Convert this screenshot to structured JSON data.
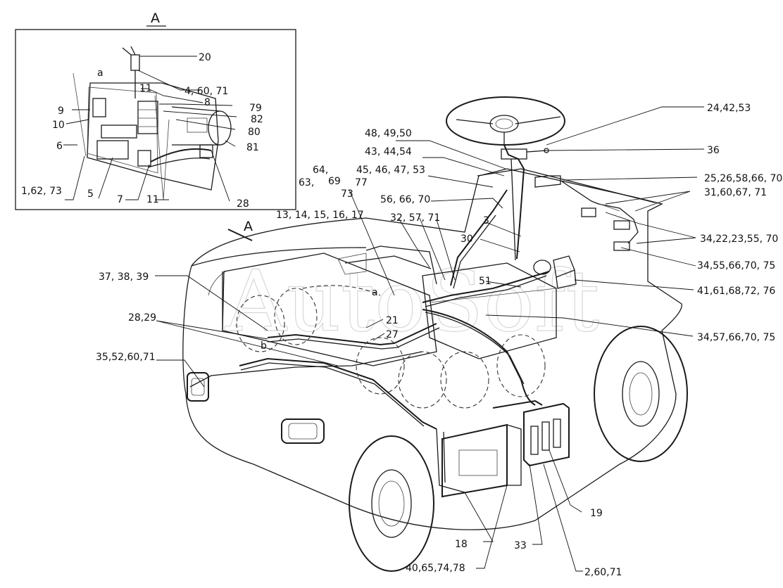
{
  "view_label": "A",
  "section_label": "A",
  "watermark": "AutoSoft",
  "callouts": {
    "c20": "20",
    "c4_60_71": "4, 60, 71",
    "c11a": "11",
    "c8": "8",
    "c79": "79",
    "c82": "82",
    "c80": "80",
    "c81": "81",
    "c9": "9",
    "c10": "10",
    "c6": "6",
    "c1_62_73": "1,62, 73",
    "c5": "5",
    "c7": "7",
    "c11b": "11",
    "c28": "28",
    "ca_inset": "a",
    "c24_42_53": "24,42,53",
    "c36": "36",
    "c48_49_50": "48, 49,50",
    "c43_44_54": "43, 44,54",
    "c45_46_47_53": "45, 46, 47, 53",
    "c64": "64,",
    "c69": "69",
    "c63": "63,",
    "c73": "73",
    "c77": "77",
    "c25_26": "25,26,58,66, 70",
    "c31_60": "31,60,67, 71",
    "c56_66_70": "56, 66, 70",
    "c13_17": "13, 14, 15, 16, 17",
    "c32_57_71": "32, 57, 71",
    "c3": "3",
    "c30": "30",
    "c34_22": "34,22,23,55, 70",
    "c34_55": "34,55,66,70, 75",
    "c37_39": "37, 38, 39",
    "c51": "51",
    "c41_61": "41,61,68,72, 76",
    "ca_main": "a",
    "c28_29": "28,29",
    "c21": "21",
    "c27": "27",
    "cb": "b",
    "c34_57": "34,57,66,70, 75",
    "c35_52": "35,52,60,71",
    "c19": "19",
    "c18": "18",
    "c33": "33",
    "c40_65": "40,65,74,78",
    "c2_60_71": "2,60,71"
  }
}
